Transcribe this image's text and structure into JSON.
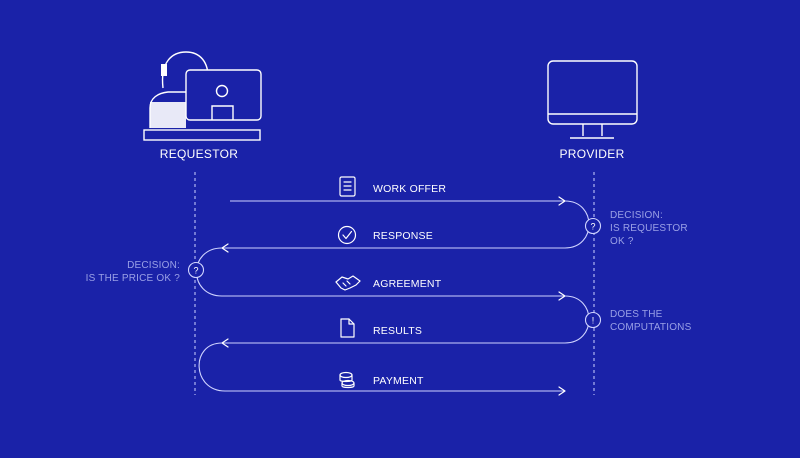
{
  "actors": {
    "requestor": "REQUESTOR",
    "provider": "PROVIDER"
  },
  "steps": {
    "work_offer": "WORK OFFER",
    "response": "RESPONSE",
    "agreement": "AGREEMENT",
    "results": "RESULTS",
    "payment": "PAYMENT"
  },
  "notes": {
    "provider_decision_1": "DECISION:",
    "provider_decision_2": "IS REQUESTOR",
    "provider_decision_3": "OK ?",
    "requestor_decision_1": "DECISION:",
    "requestor_decision_2": "IS THE PRICE OK ?",
    "computation_1": "DOES THE",
    "computation_2": "COMPUTATIONS"
  },
  "markers": {
    "question": "?",
    "exclamation": "!"
  },
  "colors": {
    "background": "#1a22a8",
    "line": "#cfd3ff",
    "note_text": "#9aa0e6",
    "text": "#ffffff"
  }
}
